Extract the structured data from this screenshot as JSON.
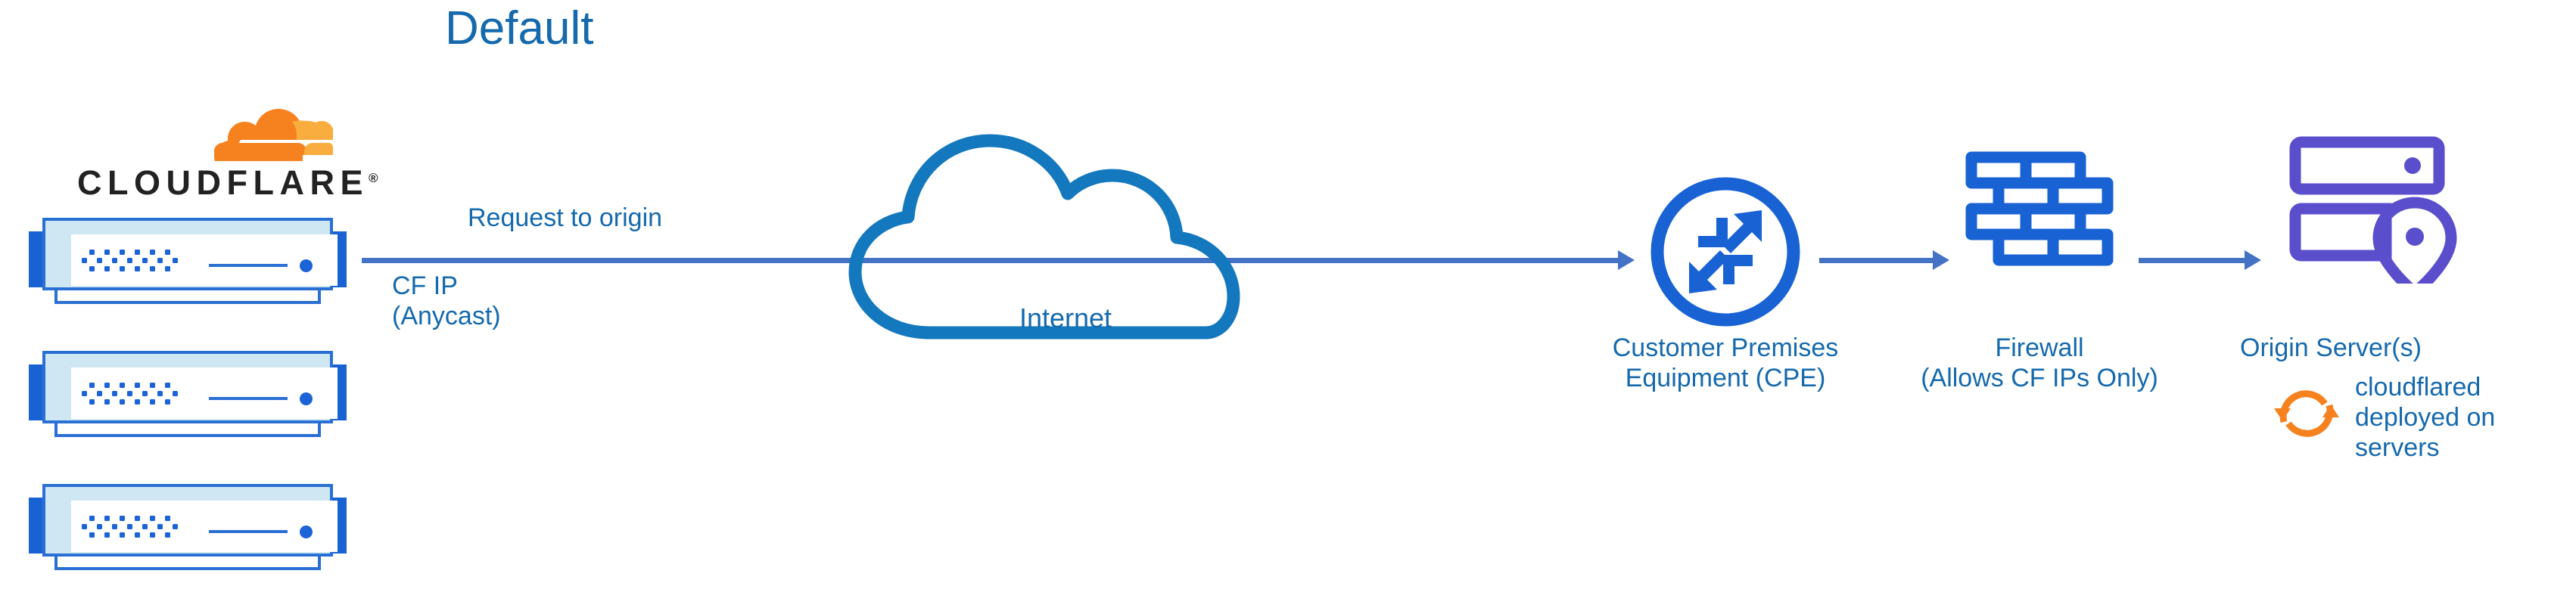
{
  "diagram": {
    "title": "Default",
    "title_color": "#1569ad",
    "background": "#ffffff"
  },
  "colors": {
    "label_blue": "#1569ad",
    "arrow_blue": "#4472c4",
    "icon_blue": "#1862d4",
    "cloud_blue": "#1378bd",
    "origin_purple": "#5b4ecd",
    "cloudflare_orange": "#f6821f",
    "cloudflare_orange_light": "#faad3f",
    "wordmark_black": "#222222"
  },
  "cloudflare": {
    "wordmark": "CLOUDFLARE",
    "registered_mark": "®",
    "logo_icon": "cloudflare-cloud-icon",
    "server_count": 3,
    "servers": [
      {
        "name": "cloudflare-edge-server-1"
      },
      {
        "name": "cloudflare-edge-server-2"
      },
      {
        "name": "cloudflare-edge-server-3"
      }
    ]
  },
  "annotations": {
    "request_to_origin": "Request to origin",
    "cf_ip_line1": "CF IP",
    "cf_ip_line2": "(Anycast)"
  },
  "nodes": [
    {
      "id": "internet",
      "label": "Internet",
      "icon": "cloud-icon",
      "color": "#1378bd"
    },
    {
      "id": "cpe",
      "label_line1": "Customer Premises",
      "label_line2": "Equipment (CPE)",
      "icon": "router-four-arrows-icon",
      "color": "#1862d4"
    },
    {
      "id": "firewall",
      "label_line1": "Firewall",
      "label_line2": "(Allows CF IPs Only)",
      "icon": "brick-wall-icon",
      "color": "#1862d4"
    },
    {
      "id": "origin",
      "label": "Origin Server(s)",
      "icon": "server-location-pin-icon",
      "color": "#5b4ecd"
    }
  ],
  "cloudflared": {
    "icon": "circular-sync-arrows-icon",
    "icon_color": "#f6821f",
    "line1": "cloudflared",
    "line2": "deployed on",
    "line3": "servers"
  },
  "connectors": [
    {
      "id": "cf-to-cpe",
      "style": "arrow",
      "color": "#4472c4"
    },
    {
      "id": "cpe-to-firewall",
      "style": "arrow",
      "color": "#4472c4"
    },
    {
      "id": "firewall-to-origin",
      "style": "arrow",
      "color": "#4472c4"
    }
  ]
}
